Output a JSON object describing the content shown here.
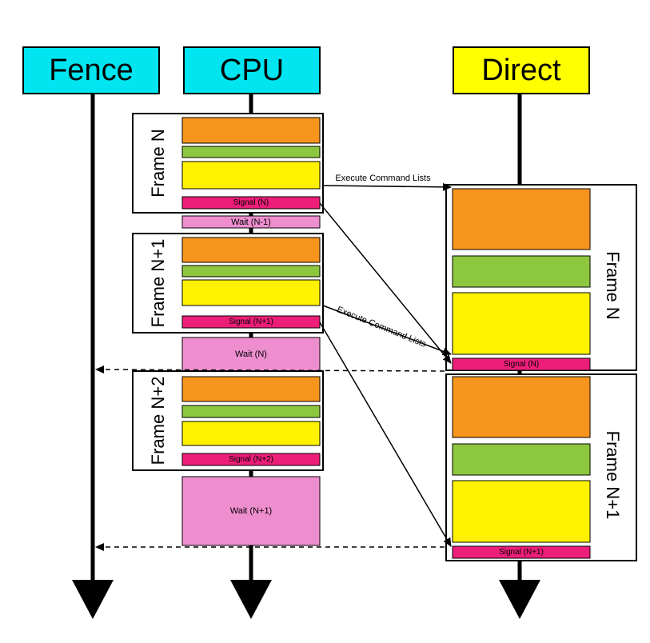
{
  "lanes": {
    "fence": {
      "label": "Fence",
      "color": "#00e5f0"
    },
    "cpu": {
      "label": "CPU",
      "color": "#00e5f0"
    },
    "direct": {
      "label": "Direct",
      "color": "#ffff00"
    }
  },
  "colors": {
    "orange": "#f7941d",
    "green": "#8dc63f",
    "yellow": "#fff200",
    "signal": "#ed1e79",
    "wait": "#ee8ecf"
  },
  "cpu_frames": [
    {
      "label": "Frame N",
      "signal": "Signal (N)"
    },
    {
      "label": "Frame N+1",
      "signal": "Signal (N+1)"
    },
    {
      "label": "Frame N+2",
      "signal": "Signal (N+2)"
    }
  ],
  "cpu_waits": [
    "Wait (N-1)",
    "Wait (N)",
    "Wait (N+1)"
  ],
  "direct_frames": [
    {
      "label": "Frame N",
      "signal": "Signal (N)"
    },
    {
      "label": "Frame N+1",
      "signal": "Signal (N+1)"
    }
  ],
  "arrows": {
    "execute_1": "Execute Command Lists",
    "execute_2": "Execute Command Lists"
  }
}
